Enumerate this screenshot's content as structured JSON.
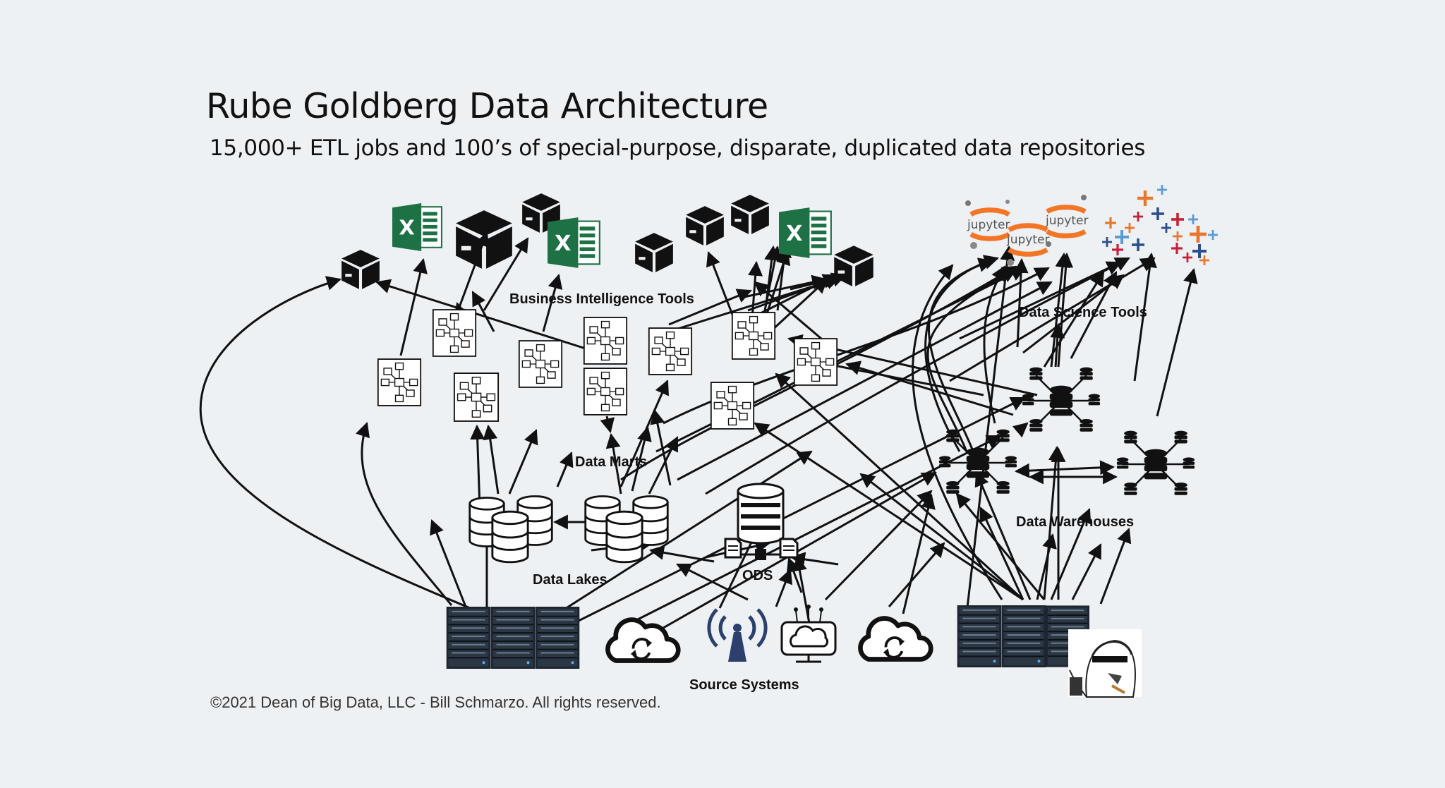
{
  "slide": {
    "title": "Rube Goldberg Data Architecture",
    "subtitle": "15,000+ ETL jobs and 100’s of special-purpose, disparate, duplicated data repositories",
    "copyright": "©2021 Dean of Big Data, LLC - Bill Schmarzo. All rights reserved."
  },
  "labels": {
    "bi_tools": "Business Intelligence Tools",
    "data_science_tools": "Data Science Tools",
    "data_marts": "Data Marts",
    "data_warehouses": "Data Warehouses",
    "data_lakes": "Data Lakes",
    "ods": "ODS",
    "source_systems": "Source Systems"
  },
  "icons": {
    "excel_letter": "X",
    "jupyter_text": "jupyter"
  },
  "colors": {
    "background": "#eef1f4",
    "excel_green": "#1e7145",
    "jupyter_orange": "#f37626",
    "tableau_blue": "#2c4f8c",
    "tableau_orange": "#e8762d",
    "tableau_red": "#c72037",
    "tableau_teal": "#5b9bd5",
    "ink": "#111111"
  }
}
